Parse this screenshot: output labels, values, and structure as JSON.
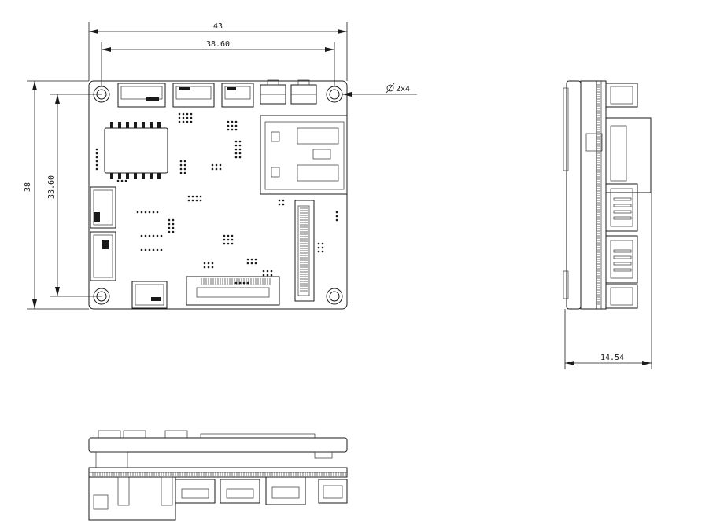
{
  "dimensions": {
    "board_width": "43",
    "hole_spacing_x": "38.60",
    "board_height": "38",
    "hole_spacing_y": "33.60",
    "hole_spec": "2x4",
    "side_thickness": "14.54"
  },
  "colors": {
    "line": "#1a1a1a",
    "background": "#ffffff"
  }
}
